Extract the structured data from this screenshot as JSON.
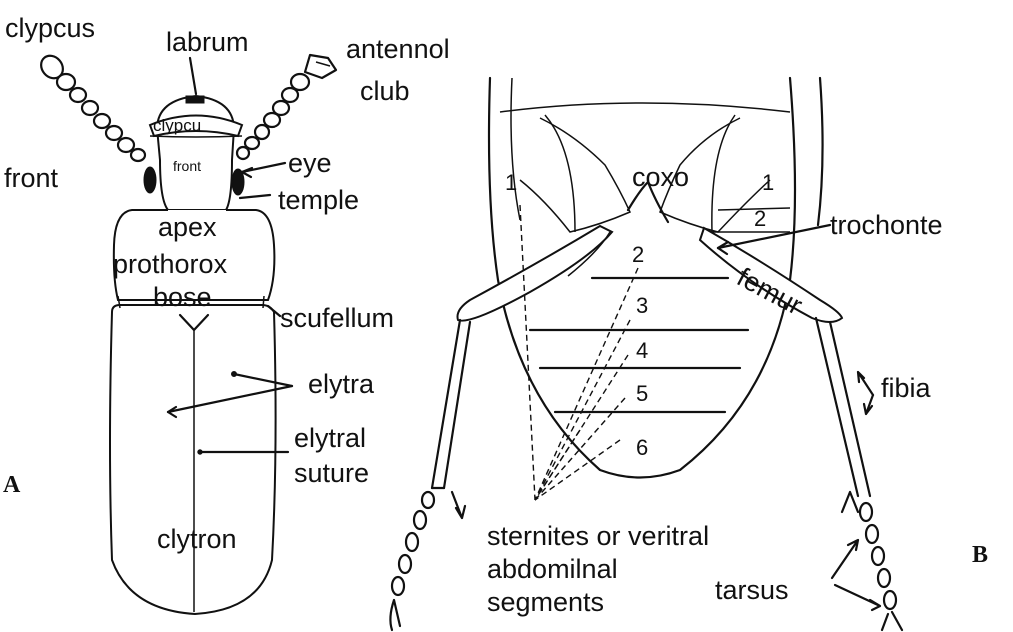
{
  "panels": {
    "a": "A",
    "b": "B"
  },
  "labels_a": {
    "clypcus": "clypcus",
    "labrum": "labrum",
    "antennol": "antennol",
    "club": "club",
    "front": "front",
    "eye": "eye",
    "temple": "temple",
    "apex": "apex",
    "prothorox": "prothorox",
    "bose": "bose",
    "scufellum": "scufellum",
    "elytra": "elytra",
    "elytral": "elytral",
    "suture": "suture",
    "clytron": "clytron",
    "clypcu_inner": "clypcu",
    "front_inner": "front"
  },
  "labels_b": {
    "coxo": "coxo",
    "trochonte": "trochonte",
    "femur": "femur",
    "fibia": "fibia",
    "sternites_line1": "sternites or veritral",
    "sternites_line2": "abdomilnal",
    "sternites_line3": "segments",
    "tarsus": "tarsus",
    "seg_1_left": "1",
    "seg_1_right": "1",
    "seg_2_right": "2",
    "seg_2": "2",
    "seg_3": "3",
    "seg_4": "4",
    "seg_5": "5",
    "seg_6": "6"
  }
}
